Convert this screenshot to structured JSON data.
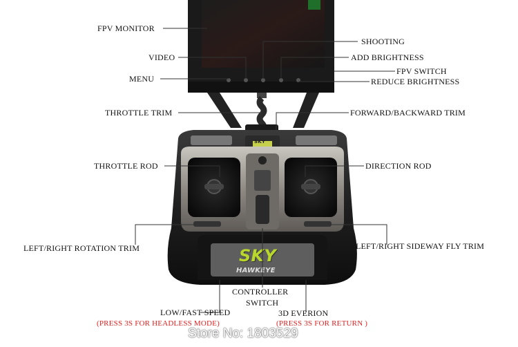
{
  "labels": {
    "fpv_monitor": "FPV MONITOR",
    "video": "VIDEO",
    "menu": "MENU",
    "shooting": "SHOOTING",
    "add_brightness": "ADD BRIGHTNESS",
    "fpv_switch": "FPV SWITCH",
    "reduce_brightness": "REDUCE BRIGHTNESS",
    "throttle_trim": "THROTTLE TRIM",
    "forward_backward_trim": "FORWARD/BACKWARD TRIM",
    "throttle_rod": "THROTTLE ROD",
    "direction_rod": "DIRECTION ROD",
    "left_right_rotation_trim": "LEFT/RIGHT ROTATION TRIM",
    "left_right_sideway_fly_trim": "LEFT/RIGHT SIDEWAY FLY TRIM",
    "controller_switch_line1": "CONTROLLER",
    "controller_switch_line2": "SWITCH",
    "low_fast_speed": "LOW/FAST SPEED",
    "press_headless": "(PRESS 3S FOR HEADLESS MODE)",
    "three_d_everion": "3D EVERION",
    "press_return": "(PRESS 3S FOR RETURN )"
  },
  "device_text": {
    "brand_top": "SKY",
    "brand_script": "SKY",
    "brand_sub": "HAWKEYE"
  },
  "watermark": "Store No: 1803529",
  "colors": {
    "annotation_red": "#dd2222",
    "brand_green": "#b8d62c",
    "body_dark": "#1c1c1c",
    "panel_silver": "#9a958e"
  }
}
